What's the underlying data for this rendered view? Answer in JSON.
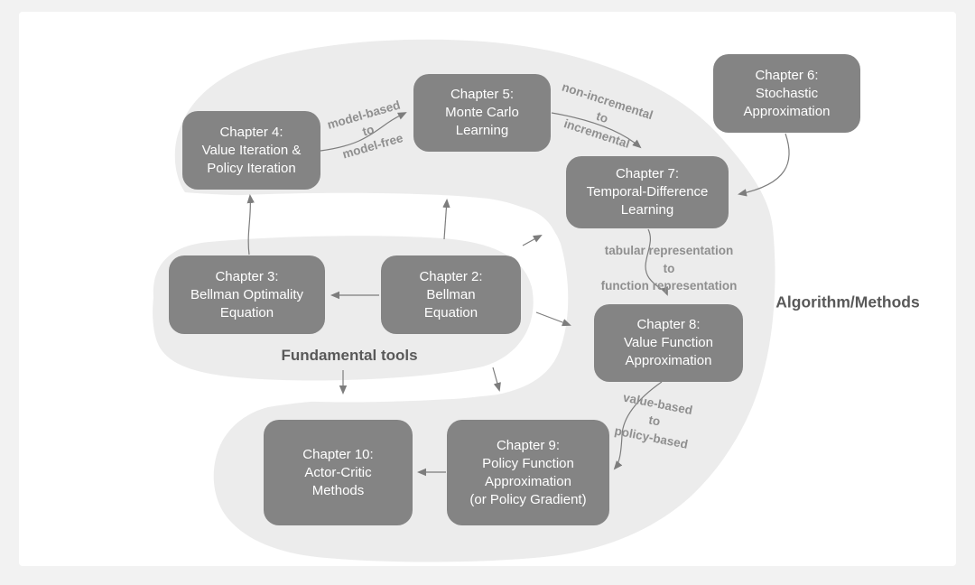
{
  "figure": {
    "section_labels": {
      "fundamental_tools": "Fundamental tools",
      "algorithm_methods": "Algorithm/Methods"
    },
    "nodes": {
      "ch2": {
        "line1": "Chapter 2:",
        "line2": "Bellman",
        "line3": "Equation"
      },
      "ch3": {
        "line1": "Chapter 3:",
        "line2": "Bellman Optimality",
        "line3": "Equation"
      },
      "ch4": {
        "line1": "Chapter 4:",
        "line2": "Value Iteration &",
        "line3": "Policy Iteration"
      },
      "ch5": {
        "line1": "Chapter 5:",
        "line2": "Monte Carlo",
        "line3": "Learning"
      },
      "ch6": {
        "line1": "Chapter 6:",
        "line2": "Stochastic",
        "line3": "Approximation"
      },
      "ch7": {
        "line1": "Chapter 7:",
        "line2": "Temporal-Difference",
        "line3": "Learning"
      },
      "ch8": {
        "line1": "Chapter 8:",
        "line2": "Value Function",
        "line3": "Approximation"
      },
      "ch9": {
        "line1": "Chapter 9:",
        "line2": "Policy Function",
        "line3": "Approximation",
        "line4": "(or Policy Gradient)"
      },
      "ch10": {
        "line1": "Chapter 10:",
        "line2": "Actor-Critic",
        "line3": "Methods"
      }
    },
    "edges": {
      "ch4_ch5": {
        "label_line1": "model-based",
        "label_line2": "to",
        "label_line3": "model-free"
      },
      "ch5_ch7": {
        "label_line1": "non-incremental",
        "label_line2": "to",
        "label_line3": "incremental"
      },
      "ch7_ch8": {
        "label_line1": "tabular representation",
        "label_line2": "to",
        "label_line3": "function representation"
      },
      "ch8_ch9": {
        "label_line1": "value-based",
        "label_line2": "to",
        "label_line3": "policy-based"
      }
    },
    "colors": {
      "node_fill": "#848484",
      "node_text": "#ffffff",
      "blob_fill": "#ececec",
      "canvas_background": "#ffffff",
      "page_background": "#f2f2f2",
      "connector": "#7d7d7d",
      "edge_label_text": "#8f8f8f",
      "section_label_text": "#595959"
    }
  }
}
